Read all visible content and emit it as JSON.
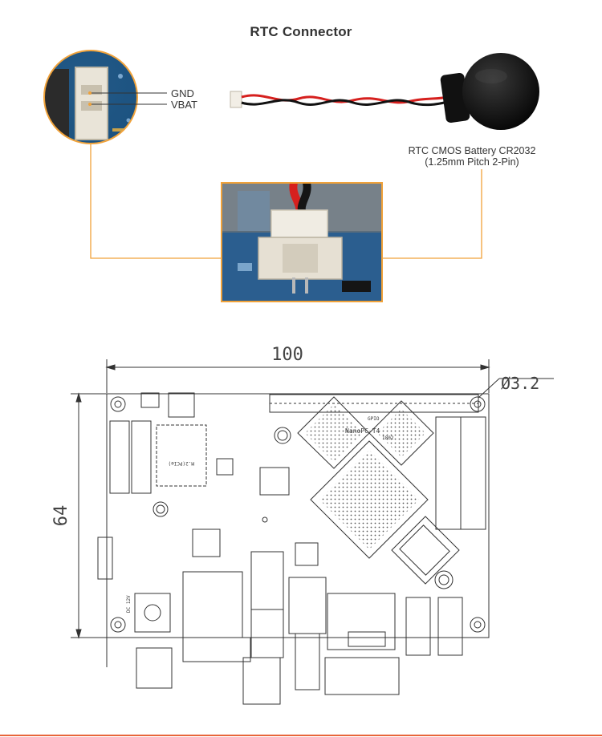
{
  "title": "RTC Connector",
  "connector": {
    "pin1": "GND",
    "pin2": "VBAT"
  },
  "battery": {
    "line1": "RTC CMOS Battery CR2032",
    "line2": "(1.25mm Pitch 2-Pin)"
  },
  "drawing": {
    "width_dim": "100",
    "height_dim": "64",
    "hole_dim": "Ø3.2",
    "board_name": "NanoPC-T4",
    "board_rev": "1802",
    "gpio_label": "GPIO",
    "m2_label": "M.2(PCIe)",
    "dc_label": "DC 12V"
  },
  "colors": {
    "accent": "#f0a23a",
    "footer": "#e8653a",
    "pcb": "#2a6fa8",
    "line": "#333333"
  }
}
